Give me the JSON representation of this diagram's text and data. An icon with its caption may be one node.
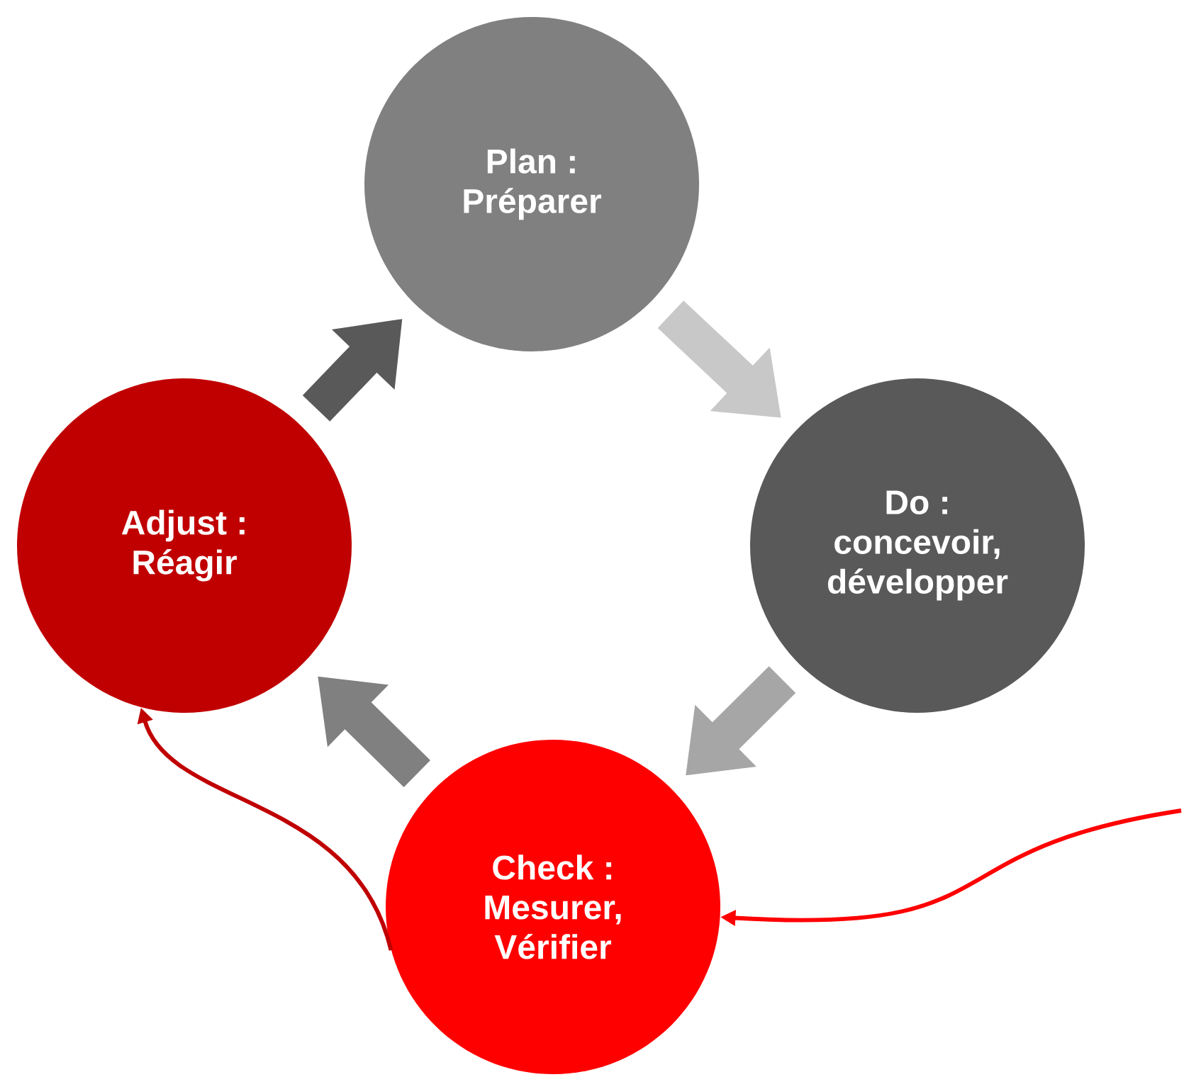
{
  "diagram": {
    "nodes": [
      {
        "text": [
          "Plan : Préparer"
        ]
      },
      {
        "text": [
          "Do : concevoir, développer"
        ]
      },
      {
        "text": [
          "Check : Mesurer, Vérifier"
        ]
      },
      {
        "text": [
          "Adjust : Réagir"
        ]
      }
    ],
    "edges": [
      {
        "from": 0,
        "to": 1,
        "arrow": "to",
        "color": "#c8c8c8"
      },
      {
        "from": 1,
        "to": 2,
        "arrow": "to",
        "color": "#a6a6a6"
      },
      {
        "from": 2,
        "to": 3,
        "arrow": "to",
        "color": "#808080"
      },
      {
        "from": 3,
        "to": 0,
        "arrow": "to",
        "color": "#595959"
      },
      {
        "from": 2,
        "to": 3,
        "arrow": "to",
        "color": "#c00000"
      },
      {
        "from": null,
        "to": 2,
        "arrow": "to",
        "color": "#ff0000"
      }
    ]
  }
}
